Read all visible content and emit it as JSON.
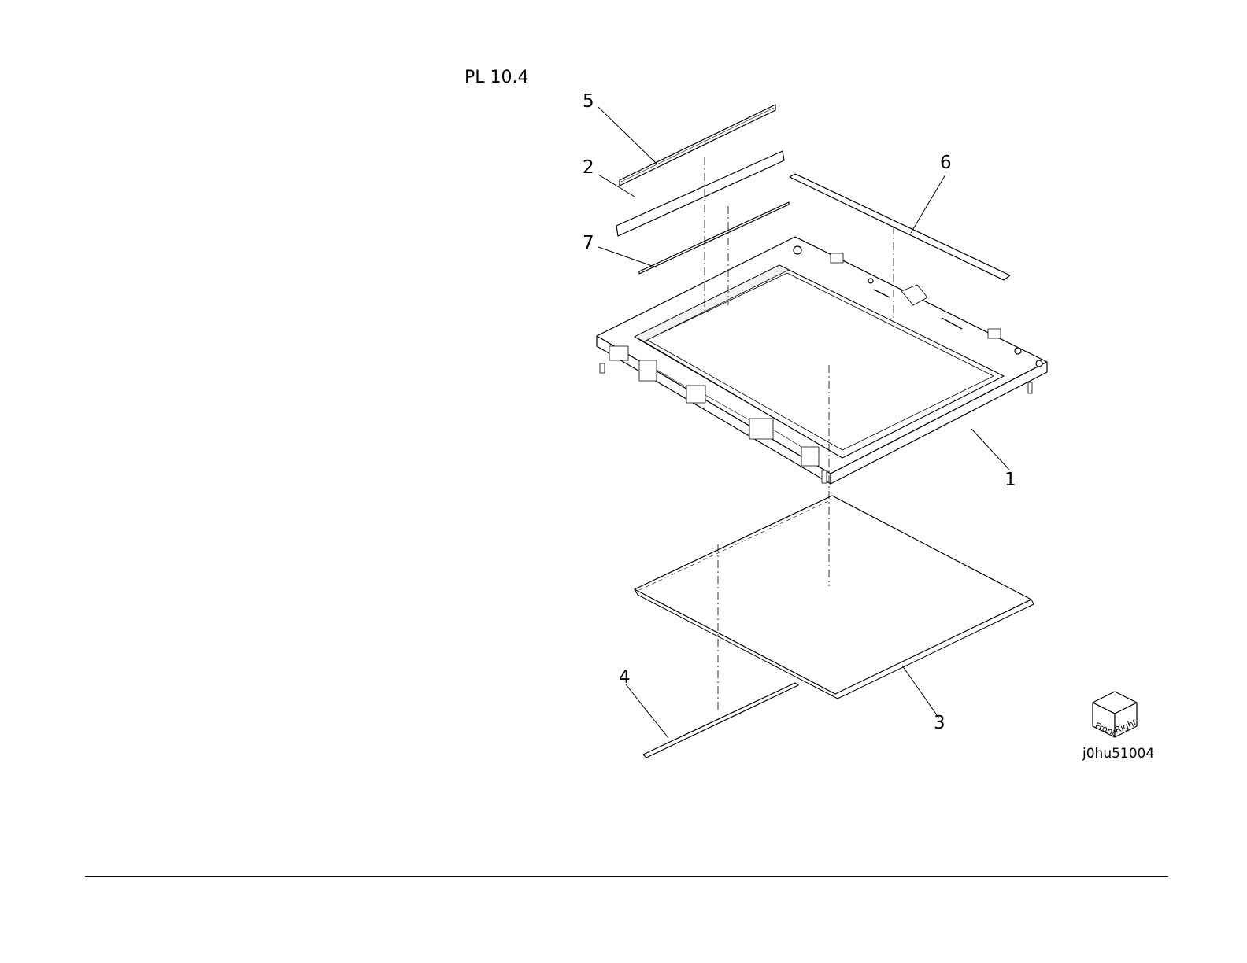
{
  "page_title": "PL 10.4",
  "figure_id": "j0hu51004",
  "callouts": [
    "5",
    "2",
    "6",
    "7",
    "1",
    "4",
    "3"
  ],
  "orientation": {
    "front": "Front",
    "right": "Right"
  },
  "parts_icon": "orientation-cube-icon"
}
